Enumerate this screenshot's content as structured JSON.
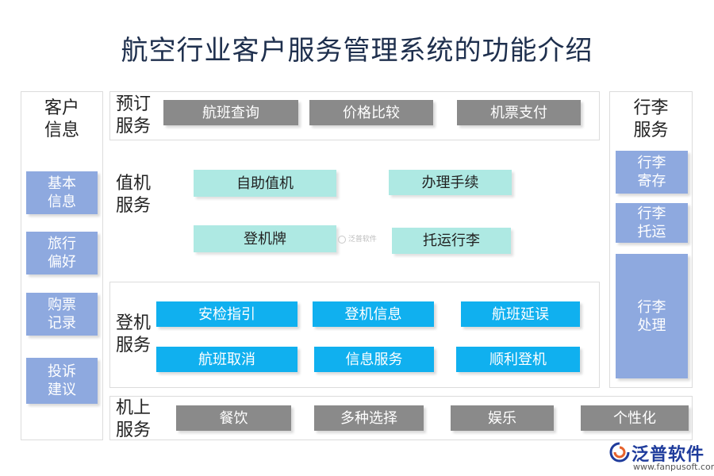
{
  "title": "航空行业客户服务管理系统的功能介绍",
  "customer_info": {
    "label": "客户\n信息",
    "items": [
      "基本\n信息",
      "旅行\n偏好",
      "购票\n记录",
      "投诉\n建议"
    ]
  },
  "booking": {
    "label": "预订\n服务",
    "items": [
      "航班查询",
      "价格比较",
      "机票支付"
    ]
  },
  "checkin": {
    "label": "值机\n服务",
    "items": [
      "自助值机",
      "办理手续",
      "登机牌",
      "托运行李"
    ]
  },
  "boarding": {
    "label": "登机\n服务",
    "items": [
      "安检指引",
      "登机信息",
      "航班延误",
      "航班取消",
      "信息服务",
      "顺利登机"
    ]
  },
  "inflight": {
    "label": "机上\n服务",
    "items": [
      "餐饮",
      "多种选择",
      "娱乐",
      "个性化"
    ]
  },
  "baggage": {
    "label": "行李\n服务",
    "items": [
      "行李\n寄存",
      "行李\n托运",
      "行李\n处理"
    ]
  },
  "watermark": "泛普软件",
  "logo": {
    "name": "泛普软件",
    "url": "www.fanpusoft.com"
  },
  "colors": {
    "gray": "#8a8a8a",
    "teal": "#aee9e3",
    "blue": "#10b0ef",
    "side": "#8ea9df",
    "title": "#1e2f4d",
    "logo": "#1f3c9c"
  }
}
